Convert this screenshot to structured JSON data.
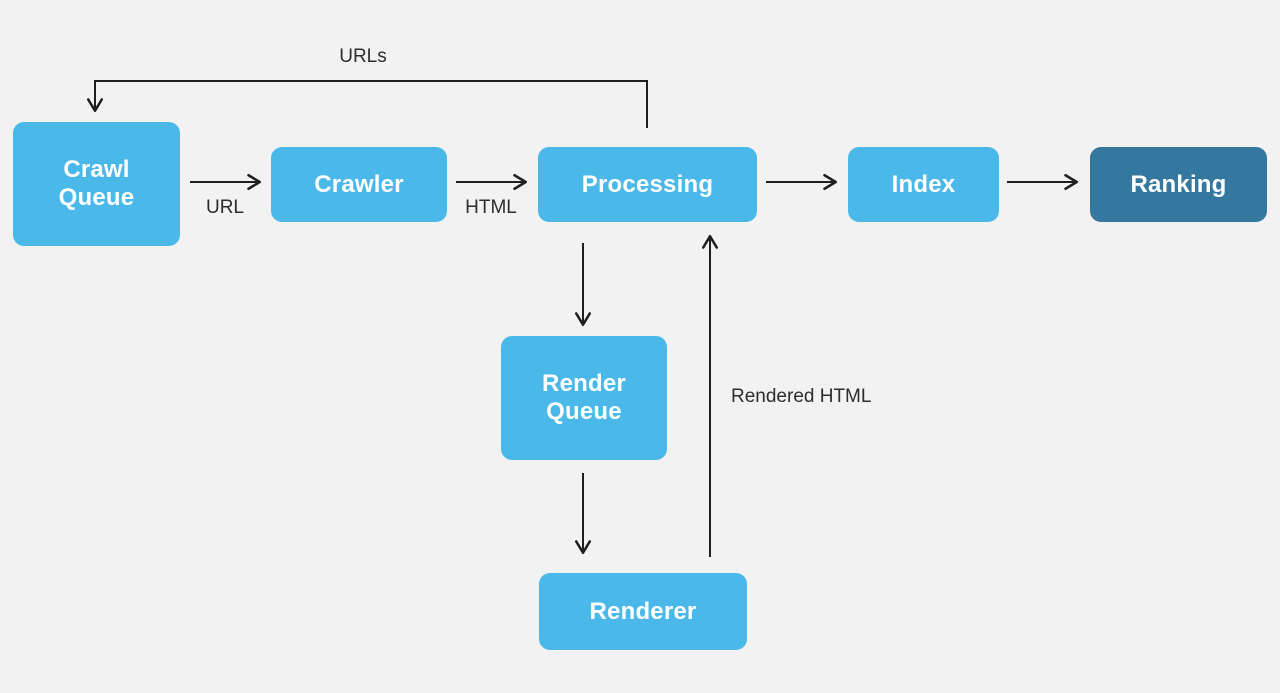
{
  "diagram": {
    "type": "flowchart",
    "subject": "search-engine crawl, render and index pipeline"
  },
  "colors": {
    "background": "#f2f2f2",
    "node_fill": "#4ab9ea",
    "node_fill_dark": "#35789f",
    "node_text": "#ffffff",
    "wire": "#1f1f1f",
    "edge_label_text": "#2d2d2d"
  },
  "nodes": {
    "crawl_queue": {
      "label": "Crawl\nQueue"
    },
    "crawler": {
      "label": "Crawler"
    },
    "processing": {
      "label": "Processing"
    },
    "index": {
      "label": "Index"
    },
    "ranking": {
      "label": "Ranking"
    },
    "render_queue": {
      "label": "Render\nQueue"
    },
    "renderer": {
      "label": "Renderer"
    }
  },
  "edge_labels": {
    "url": "URL",
    "html": "HTML",
    "urls": "URLs",
    "rendered_html": "Rendered HTML"
  },
  "edges": [
    {
      "from": "crawl_queue",
      "to": "crawler",
      "label": "URL"
    },
    {
      "from": "crawler",
      "to": "processing",
      "label": "HTML"
    },
    {
      "from": "processing",
      "to": "index",
      "label": ""
    },
    {
      "from": "index",
      "to": "ranking",
      "label": ""
    },
    {
      "from": "processing",
      "to": "crawl_queue",
      "label": "URLs"
    },
    {
      "from": "processing",
      "to": "render_queue",
      "label": ""
    },
    {
      "from": "render_queue",
      "to": "renderer",
      "label": ""
    },
    {
      "from": "renderer",
      "to": "processing",
      "label": "Rendered HTML"
    }
  ]
}
